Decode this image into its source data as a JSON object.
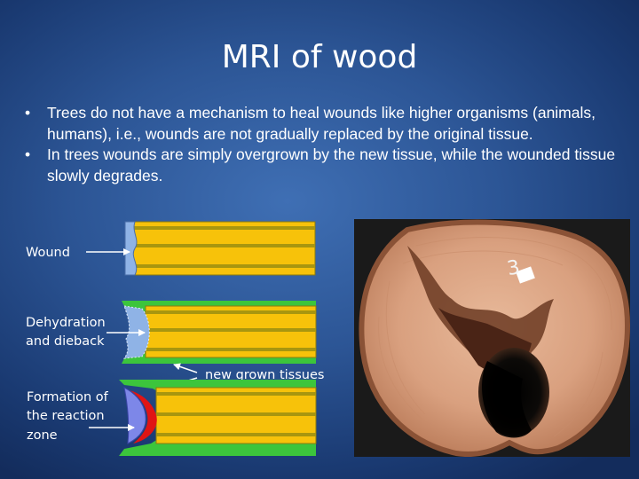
{
  "slide": {
    "title": "MRI of wood",
    "bullets": [
      {
        "marker": "•",
        "text": "Trees do not have a mechanism to heal wounds like higher organisms (animals, humans), i.e., wounds are not gradually replaced by the original tissue."
      },
      {
        "marker": "•",
        "text": "In trees wounds are simply overgrown by the new tissue, while the wounded tissue slowly degrades."
      }
    ],
    "labels": {
      "wound": "Wound",
      "dehydration_line1": "Dehydration",
      "dehydration_line2": "and dieback",
      "new_grown": "new grown tissues",
      "formation_line1": "Formation of",
      "formation_line2": "the reaction",
      "formation_line3": "zone"
    },
    "photo": {
      "sample_number": "3"
    },
    "colors": {
      "wood_yellow": "#f7c20a",
      "wood_band": "#a8960f",
      "new_tissue_green": "#3cc53c",
      "wound_blue": "#8fb3e6",
      "reaction_blue": "#7d87e8",
      "reaction_red": "#e01414"
    }
  }
}
